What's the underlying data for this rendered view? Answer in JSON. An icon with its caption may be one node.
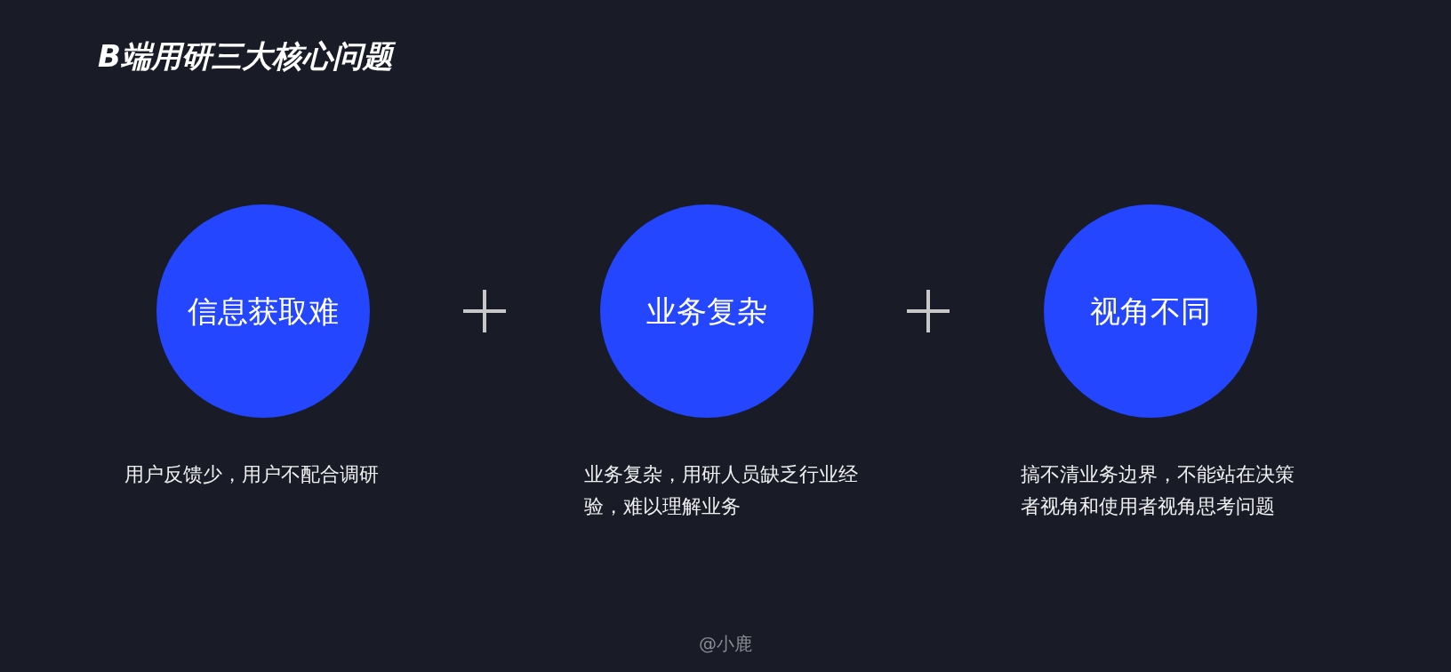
{
  "diagram": {
    "title": "B端用研三大核心问题",
    "nodes": [
      {
        "text": [
          "信息获取难"
        ],
        "beside": [
          "用户反馈少，用户不配合调研"
        ]
      },
      {
        "text": [
          "业务复杂"
        ],
        "beside": [
          "业务复杂，用研人员缺乏行业经验，难以理解业务"
        ]
      },
      {
        "text": [
          "视角不同"
        ],
        "beside": [
          "搞不清业务边界，不能站在决策者视角和使用者视角思考问题"
        ]
      }
    ],
    "labels": [
      "@小鹿"
    ]
  }
}
